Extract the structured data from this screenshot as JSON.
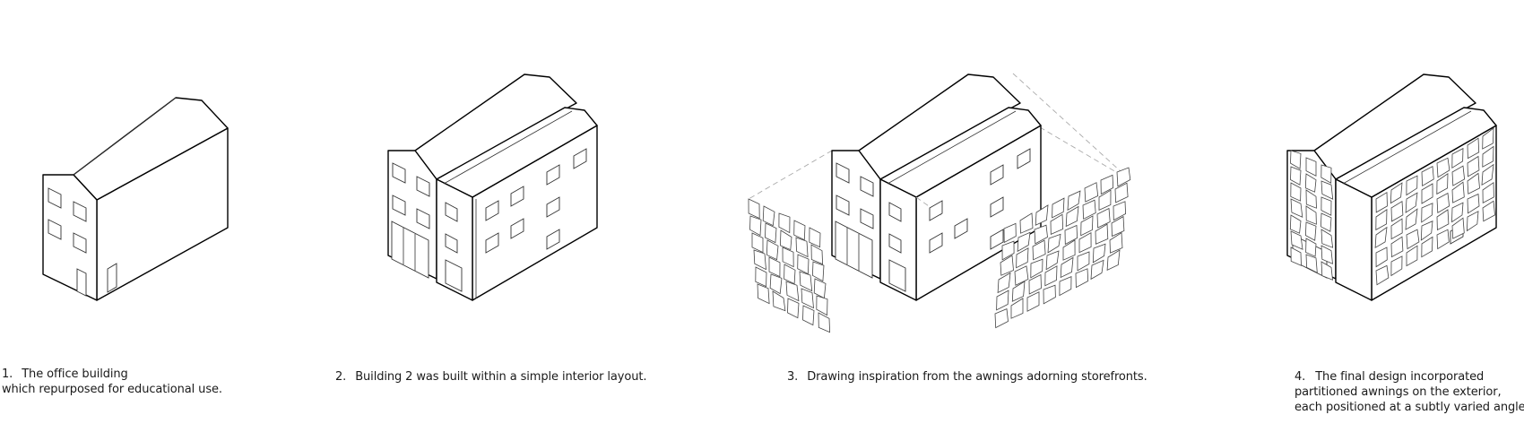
{
  "steps": [
    {
      "number": "1.",
      "lines": [
        "The office building",
        "which repurposed for educational use."
      ]
    },
    {
      "number": "2.",
      "lines": [
        "Building 2 was built within a simple interior layout."
      ]
    },
    {
      "number": "3.",
      "lines": [
        "Drawing inspiration from the awnings adorning storefronts."
      ]
    },
    {
      "number": "4.",
      "lines": [
        "The final design incorporated",
        "partitioned awnings on the exterior,",
        "each positioned at a subtly varied angle."
      ]
    }
  ]
}
